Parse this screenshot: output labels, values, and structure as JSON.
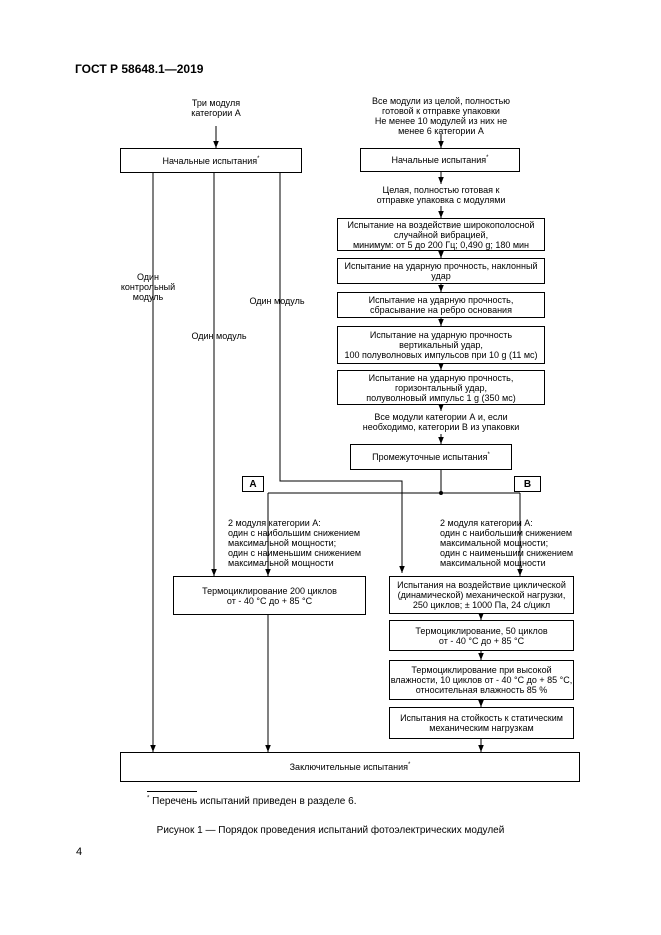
{
  "header": {
    "doc_id": "ГОСТ Р 58648.1—2019"
  },
  "page_number": "4",
  "left_column": {
    "input_label": "Три модуля\nкатегории А",
    "initial_test": "Начальные испытания",
    "branch_control": "Один\nконтрольный\nмодуль",
    "branch_mid": "Один модуль",
    "branch_right": "Один модуль"
  },
  "right_column": {
    "input_label": "Все модули из целой, полностью\nготовой к отправке упаковки\nНе менее 10 модулей  из них не\nменее 6 категории А",
    "initial_test": "Начальные испытания",
    "package_label": "Целая, полностью готовая к\nотправке упаковка с модулями",
    "steps": [
      "Испытание на воздействие широкополосной\nслучайной вибрацией,\nминимум: от 5 до 200 Гц; 0,490 g; 180 мин",
      "Испытание на ударную прочность, наклонный\nудар",
      "Испытание на ударную прочность,\nсбрасывание на ребро основания",
      "Испытание на ударную прочность\nвертикальный удар,\n100 полуволновых импульсов при 10 g (11 мс)",
      "Испытание на ударную прочность,\nгоризонтальный удар,\nполуволновый импульс 1 g (350 мс)"
    ],
    "unpack_label": "Все модули категории А и, если\nнеобходимо, категории В из упаковки",
    "intermediate_test": "Промежуточные испытания"
  },
  "branches": {
    "tag_a": "А",
    "tag_b": "В",
    "label_a": "2 модуля категории А:\nодин с наибольшим снижением\nмаксимальной мощности;\nодин с наименьшим снижением\nмаксимальной мощности",
    "label_b": "2 модуля категории А:\nодин с наибольшим снижением\nмаксимальной мощности;\nодин с наименьшим снижением\nмаксимальной мощности",
    "thermo_200": "Термоциклирование  200 циклов\nот - 40 °С до + 85 °С",
    "cyclic_load": "Испытания на воздействие циклической\n(динамической) механической нагрузки,\n250 циклов; ± 1000 Па, 24 с/цикл",
    "thermo_50": "Термоциклирование, 50 циклов\nот - 40 °С до + 85 °С",
    "humidity": "Термоциклирование при высокой\nвлажности, 10 циклов от - 40 °С до + 85 °С,\nотносительная влажность 85 %",
    "static_load": "Испытания на стойкость к статическим\nмеханическим нагрузкам"
  },
  "final_test": "Заключительные испытания",
  "asterisk": "*",
  "footnote": "Перечень испытаний приведен в разделе 6.",
  "caption": "Рисунок 1 — Порядок проведения испытаний фотоэлектрических модулей"
}
